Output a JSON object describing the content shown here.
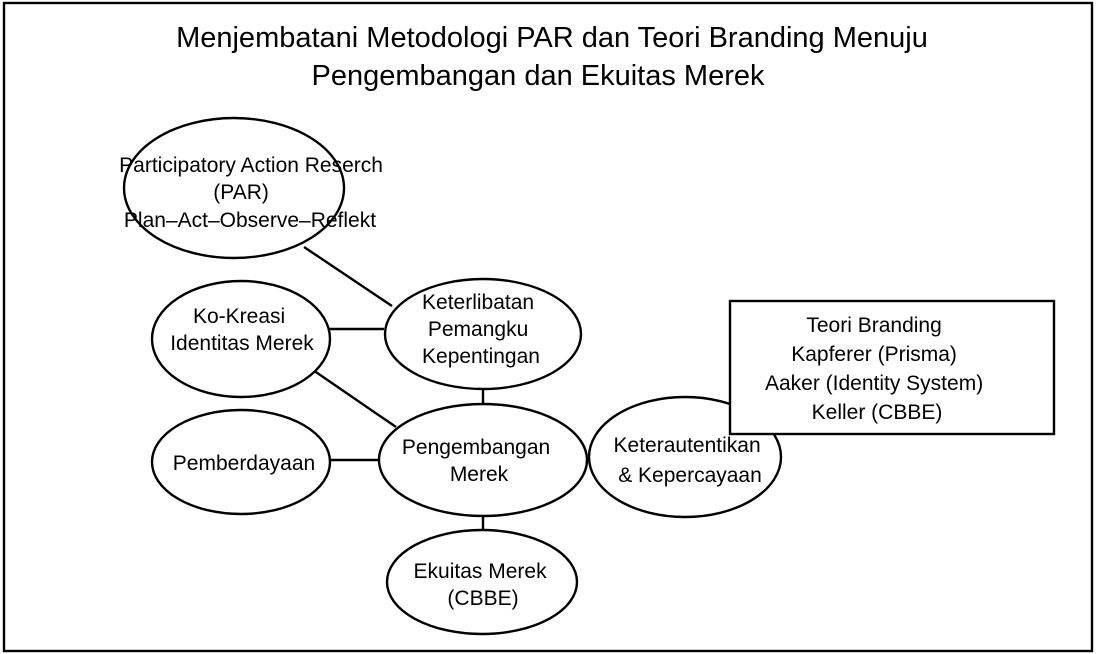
{
  "title": {
    "lines": [
      "Menjembatani Metodologi PAR dan Teori Branding Menuju",
      "Pengembangan dan Ekuitas Merek"
    ]
  },
  "nodes": {
    "par": {
      "lines": [
        "Participatory Action Reserch",
        "(PAR)",
        "Plan–Act–Observe–Reflekt"
      ]
    },
    "ko_kreasi": {
      "lines": [
        "Ko-Kreasi",
        "Identitas Merek"
      ]
    },
    "keterlibatan": {
      "lines": [
        "Keterlibatan",
        "Pemangku",
        "Kepentingan"
      ]
    },
    "teori_branding": {
      "lines": [
        "Teori Branding",
        "Kapferer (Prisma)",
        "Aaker (Identity System)",
        "Keller (CBBE)"
      ]
    },
    "pemberdayaan": {
      "lines": [
        "Pemberdayaan"
      ]
    },
    "pengembangan": {
      "lines": [
        "Pengembangan",
        "Merek"
      ]
    },
    "keterautentikan": {
      "lines": [
        "Keterautentikan",
        "& Kepercayaan"
      ]
    },
    "ekuitas": {
      "lines": [
        "Ekuitas Merek",
        "(CBBE)"
      ]
    }
  },
  "colors": {
    "stroke": "#000000",
    "background": "#ffffff"
  }
}
